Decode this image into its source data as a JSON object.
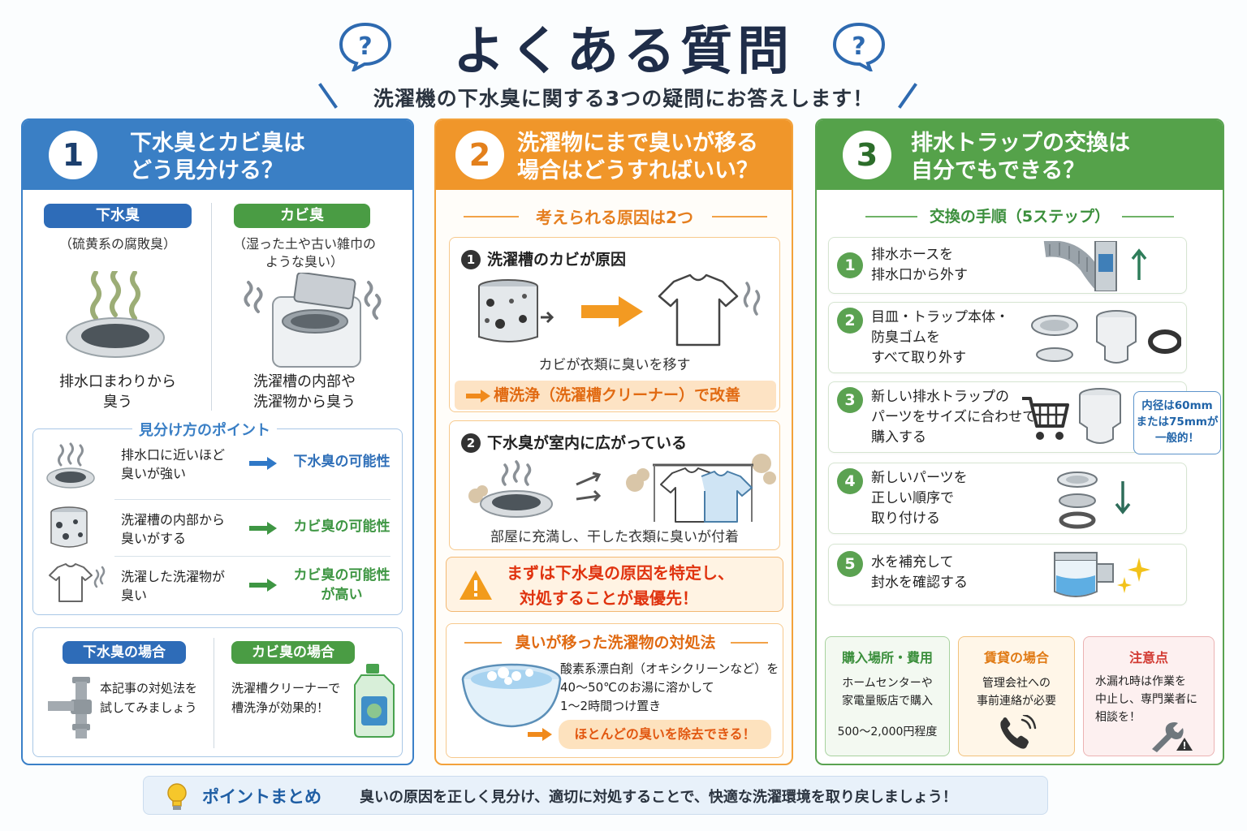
{
  "header": {
    "title": "よくある質問",
    "subtitle": "洗濯機の下水臭に関する3つの疑問にお答えします！",
    "bubble_mark": "?"
  },
  "col1": {
    "number": "1",
    "title_line1": "下水臭とカビ臭は",
    "title_line2": "どう見分ける？",
    "gesui_pill": "下水臭",
    "gesui_desc": "（硫黄系の腐敗臭）",
    "gesui_where_1": "排水口まわりから",
    "gesui_where_2": "臭う",
    "kabi_pill": "カビ臭",
    "kabi_desc_1": "（湿った土や古い雑巾の",
    "kabi_desc_2": "ような臭い）",
    "kabi_where_1": "洗濯槽の内部や",
    "kabi_where_2": "洗濯物から臭う",
    "points_title": "見分け方のポイント",
    "points": [
      {
        "text_1": "排水口に近いほど",
        "text_2": "臭いが強い",
        "result_1": "下水臭の可能性",
        "result_2": ""
      },
      {
        "text_1": "洗濯槽の内部から",
        "text_2": "臭いがする",
        "result_1": "カビ臭の可能性",
        "result_2": ""
      },
      {
        "text_1": "洗濯した洗濯物が",
        "text_2": "臭い",
        "result_1": "カビ臭の可能性",
        "result_2": "が高い"
      }
    ],
    "case_gesui_pill": "下水臭の場合",
    "case_gesui_1": "本記事の対処法を",
    "case_gesui_2": "試してみましょう",
    "case_kabi_pill": "カビ臭の場合",
    "case_kabi_1": "洗濯槽クリーナーで",
    "case_kabi_2": "槽洗浄が効果的！"
  },
  "col2": {
    "number": "2",
    "title_line1": "洗濯物にまで臭いが移る",
    "title_line2": "場合はどうすればいい？",
    "causes_heading": "考えられる原因は2つ",
    "cause1_num": "1",
    "cause1_title": "洗濯槽のカビが原因",
    "cause1_caption": "カビが衣類に臭いを移す",
    "cause1_fix": "槽洗浄（洗濯槽クリーナー）で改善",
    "cause2_num": "2",
    "cause2_title": "下水臭が室内に広がっている",
    "cause2_caption": "部屋に充満し、干した衣類に臭いが付着",
    "warn_1": "まずは下水臭の原因を特定し、",
    "warn_2": "対処することが最優先！",
    "remedy_heading": "臭いが移った洗濯物の対処法",
    "remedy_1": "酸素系漂白剤（オキシクリーンなど）を",
    "remedy_2": "40〜50℃のお湯に溶かして",
    "remedy_3": "1〜2時間つけ置き",
    "remedy_result": "ほとんどの臭いを除去できる！"
  },
  "col3": {
    "number": "3",
    "title_line1": "排水トラップの交換は",
    "title_line2": "自分でもできる？",
    "steps_heading": "交換の手順（5ステップ）",
    "steps": [
      {
        "num": "1",
        "l1": "排水ホースを",
        "l2": "排水口から外す",
        "l3": ""
      },
      {
        "num": "2",
        "l1": "目皿・トラップ本体・",
        "l2": "防臭ゴムを",
        "l3": "すべて取り外す"
      },
      {
        "num": "3",
        "l1": "新しい排水トラップの",
        "l2": "パーツをサイズに合わせて",
        "l3": "購入する"
      },
      {
        "num": "4",
        "l1": "新しいパーツを",
        "l2": "正しい順序で",
        "l3": "取り付ける"
      },
      {
        "num": "5",
        "l1": "水を補充して",
        "l2": "封水を確認する",
        "l3": ""
      }
    ],
    "callout_1": "内径は60mm",
    "callout_2": "または75mmが",
    "callout_3": "一般的！",
    "buy_title": "購入場所・費用",
    "buy_1": "ホームセンターや",
    "buy_2": "家電量販店で購入",
    "buy_3": "500〜2,000円程度",
    "rent_title": "賃貸の場合",
    "rent_1": "管理会社への",
    "rent_2": "事前連絡が必要",
    "caution_title": "注意点",
    "caution_1": "水漏れ時は作業を",
    "caution_2": "中止し、専門業者に",
    "caution_3": "相談を！"
  },
  "footer": {
    "label": "ポイントまとめ",
    "text": "臭いの原因を正しく見分け、適切に対処することで、快適な洗濯環境を取り戻しましょう！"
  },
  "colors": {
    "blue": "#3a7fc5",
    "orange": "#f0962a",
    "green": "#55a24a",
    "navy": "#1f2d49",
    "red": "#e0330f"
  },
  "icons": [
    "question-bubble-icon",
    "drain-icon",
    "washing-machine-icon",
    "odor-wave-icon",
    "drum-icon",
    "tshirt-icon",
    "arrow-right-icon",
    "faucet-pipe-icon",
    "cleaner-bottle-icon",
    "warning-icon",
    "basin-icon",
    "hose-icon",
    "trap-parts-icon",
    "cart-icon",
    "trap-body-icon",
    "phone-icon",
    "wrench-icon",
    "sparkle-icon",
    "lightbulb-icon"
  ]
}
